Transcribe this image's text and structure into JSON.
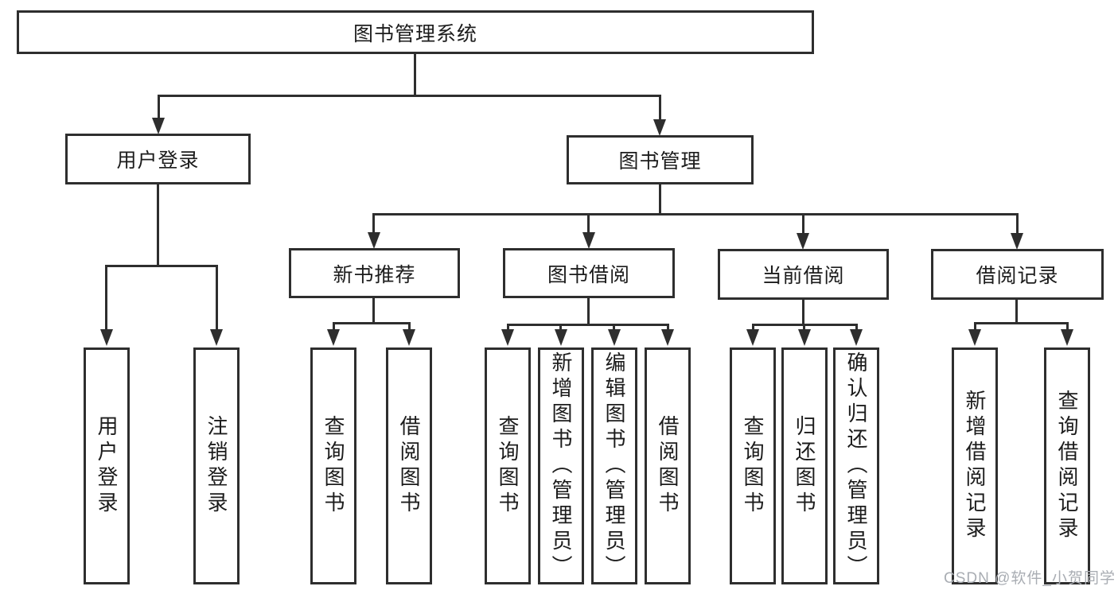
{
  "diagram": {
    "root": {
      "label": "图书管理系统"
    },
    "branches": [
      {
        "label": "用户登录"
      },
      {
        "label": "图书管理"
      }
    ],
    "modules": [
      {
        "label": "新书推荐"
      },
      {
        "label": "图书借阅"
      },
      {
        "label": "当前借阅"
      },
      {
        "label": "借阅记录"
      }
    ],
    "leaves": {
      "userLogin": [
        {
          "label": "用户登录"
        },
        {
          "label": "注销登录"
        }
      ],
      "newBooks": [
        {
          "label": "查询图书"
        },
        {
          "label": "借阅图书"
        }
      ],
      "bookBorrow": [
        {
          "label": "查询图书"
        },
        {
          "label": "新增图书（管理员）"
        },
        {
          "label": "编辑图书（管理员）"
        },
        {
          "label": "借阅图书"
        }
      ],
      "currentBorrow": [
        {
          "label": "查询图书"
        },
        {
          "label": "归还图书"
        },
        {
          "label": "确认归还（管理员）"
        }
      ],
      "borrowRecords": [
        {
          "label": "新增借阅记录"
        },
        {
          "label": "查询借阅记录"
        }
      ]
    }
  },
  "watermark": "CSDN @软件_小贺同学",
  "colors": {
    "line": "#2e2e2e",
    "text": "#1c1c1c",
    "watermark": "#a9adb3",
    "background": "#ffffff"
  }
}
